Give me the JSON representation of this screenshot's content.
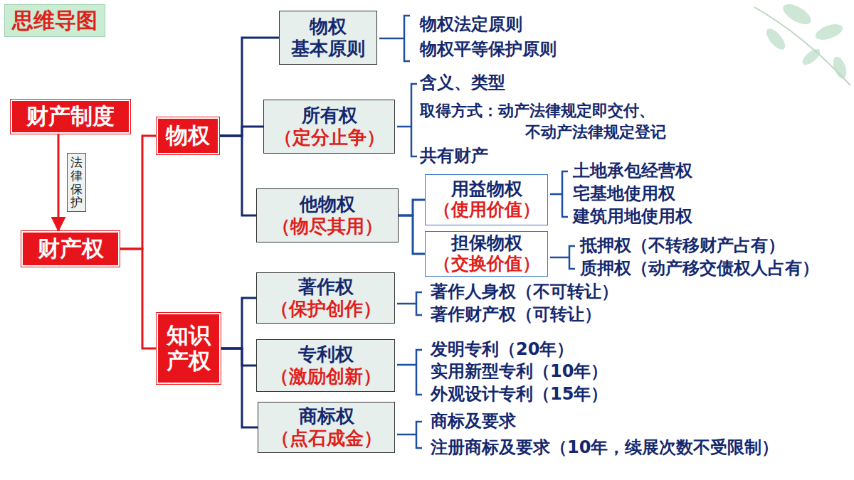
{
  "diagram": {
    "title": "思维导图",
    "nodes": [
      {
        "text": [
          "财产制度"
        ]
      },
      {
        "text": [
          "财产权"
        ]
      },
      {
        "text": [
          "物权"
        ]
      },
      {
        "text": [
          "知识 产权"
        ]
      },
      {
        "text": [
          "物权 基本原则"
        ]
      },
      {
        "text": [
          "所有权",
          "（定分止争）"
        ]
      },
      {
        "text": [
          "他物权",
          "（物尽其用）"
        ]
      },
      {
        "text": [
          "用益物权",
          "（使用价值）"
        ]
      },
      {
        "text": [
          "担保物权",
          "（交换价值）"
        ]
      },
      {
        "text": [
          "著作权",
          "（保护创作）"
        ]
      },
      {
        "text": [
          "专利权",
          "（激励创新）"
        ]
      },
      {
        "text": [
          "商标权",
          "（点石成金）"
        ]
      }
    ],
    "edges": [
      {
        "from": 0,
        "to": 1,
        "arrow": "to",
        "label": "法律保护"
      },
      {
        "from": 1,
        "to": 2,
        "arrow": "none"
      },
      {
        "from": 1,
        "to": 3,
        "arrow": "none"
      },
      {
        "from": 2,
        "to": 4,
        "arrow": "none"
      },
      {
        "from": 2,
        "to": 5,
        "arrow": "none"
      },
      {
        "from": 2,
        "to": 6,
        "arrow": "none"
      },
      {
        "from": 6,
        "to": 7,
        "arrow": "none"
      },
      {
        "from": 6,
        "to": 8,
        "arrow": "none"
      },
      {
        "from": 3,
        "to": 9,
        "arrow": "none"
      },
      {
        "from": 3,
        "to": 10,
        "arrow": "none"
      },
      {
        "from": 3,
        "to": 11,
        "arrow": "none"
      }
    ],
    "labels": [
      "物权法定原则",
      "物权平等保护原则",
      "含义、类型",
      "取得方式：动产法律规定即交付、",
      "不动产法律规定登记",
      "共有财产",
      "土地承包经营权",
      "宅基地使用权",
      "建筑用地使用权",
      "抵押权（不转移财产占有）",
      "质押权（动产移交债权人占有）",
      "著作人身权（不可转让）",
      "著作财产权（可转让）",
      "发明专利（20年）",
      "实用新型专利（10年）",
      "外观设计专利（15年）",
      "商标及要求",
      "注册商标及要求（10年，续展次数不受限制）"
    ]
  }
}
